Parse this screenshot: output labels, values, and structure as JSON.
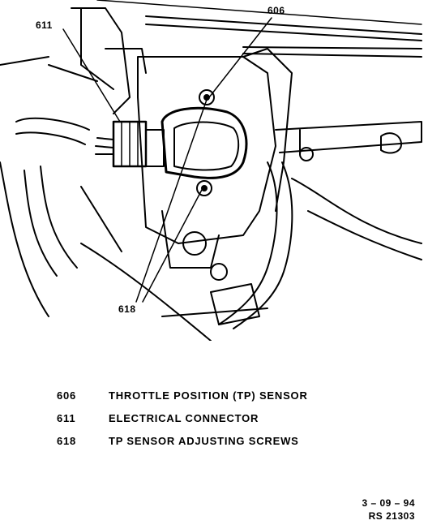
{
  "callouts": {
    "c606": "606",
    "c611": "611",
    "c618": "618"
  },
  "legend": [
    {
      "number": "606",
      "text": "THROTTLE POSITION (TP) SENSOR"
    },
    {
      "number": "611",
      "text": "ELECTRICAL CONNECTOR"
    },
    {
      "number": "618",
      "text": "TP SENSOR ADJUSTING SCREWS"
    }
  ],
  "footer": {
    "date": "3 – 09 – 94",
    "ref": "RS 21303"
  }
}
